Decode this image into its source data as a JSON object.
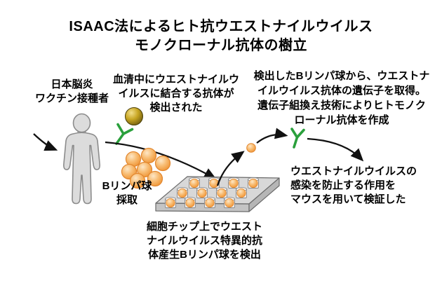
{
  "title": {
    "line1": "ISAAC法によるヒト抗ウエストナイルウイルス",
    "line2": "モノクローナル抗体の樹立"
  },
  "labels": {
    "vaccinee": {
      "lines": [
        "日本脳炎",
        "ワクチン接種者"
      ]
    },
    "serum": {
      "lines": [
        "血清中にウエストナイルウ",
        "イルスに結合する抗体が",
        "検出された"
      ]
    },
    "gene": {
      "lines": [
        "検出したBリンパ球から、ウエストナ",
        "イルウイルス抗体の遺伝子を取得。",
        "遺伝子組換え技術によりヒトモノク",
        "ローナル抗体を作成"
      ]
    },
    "bcell": {
      "lines": [
        "Bリンパ球",
        "採取"
      ]
    },
    "chip": {
      "lines": [
        "細胞チップ上でウエスト",
        "ナイルウイルス特異的抗",
        "体産生Bリンパ球を検出"
      ]
    },
    "verify": {
      "lines": [
        "ウエストナイルウイルスの",
        "感染を防止する作用を",
        "マウスを用いて検証した"
      ]
    }
  },
  "icons": {
    "human_figure": "human-figure-icon",
    "virus_with_antibody": "virus-antibody-icon",
    "b_cell_cluster": "b-cell-cluster-icon",
    "cell_chip": "cell-chip-icon",
    "single_b_cell": "single-b-cell-icon",
    "monoclonal_antibody": "antibody-icon",
    "arrows": "curved-arrow-icon"
  },
  "colors": {
    "background": "#ffffff",
    "text": "#000000",
    "cell_orange": "#f09a3e",
    "virus_gold": "#c7a522",
    "antibody_green": "#2aa03c",
    "figure_gray": "#dcdcdc",
    "chip_gray": "#d8d8d8",
    "arrow_black": "#111111"
  }
}
